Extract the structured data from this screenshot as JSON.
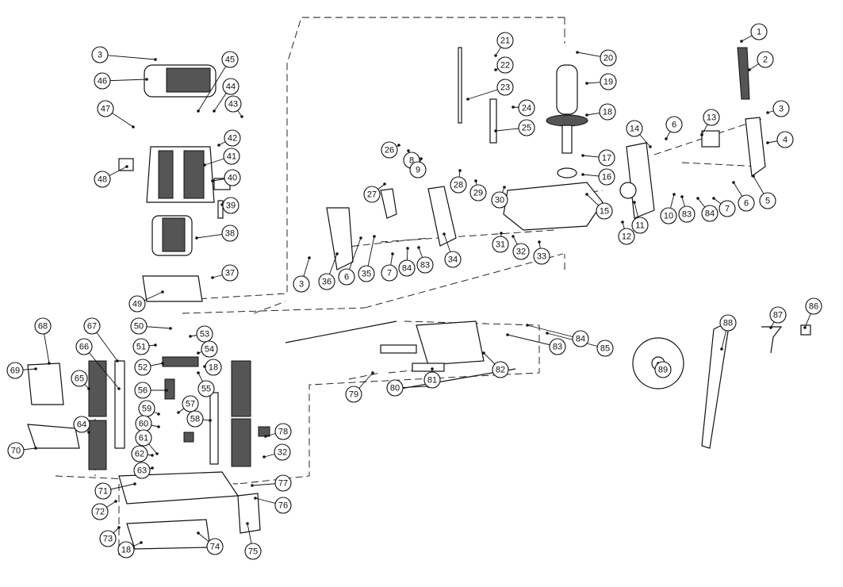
{
  "diagram": {
    "type": "exploded-parts-view",
    "callouts": [
      "1",
      "2",
      "3",
      "4",
      "5",
      "6",
      "7",
      "84",
      "83",
      "10",
      "11",
      "13",
      "14",
      "6",
      "20",
      "19",
      "18",
      "17",
      "16",
      "15",
      "12",
      "21",
      "22",
      "23",
      "24",
      "25",
      "26",
      "8",
      "9",
      "28",
      "27",
      "29",
      "30",
      "31",
      "32",
      "33",
      "34",
      "83",
      "84",
      "7",
      "35",
      "6",
      "36",
      "3",
      "3",
      "45",
      "46",
      "44",
      "47",
      "43",
      "42",
      "41",
      "40",
      "48",
      "39",
      "38",
      "37",
      "49",
      "50",
      "53",
      "54",
      "51",
      "52",
      "18",
      "55",
      "56",
      "57",
      "59",
      "58",
      "60",
      "61",
      "62",
      "63",
      "78",
      "32",
      "68",
      "67",
      "66",
      "69",
      "65",
      "64",
      "70",
      "71",
      "72",
      "77",
      "76",
      "73",
      "18",
      "74",
      "75",
      "89",
      "88",
      "87",
      "86",
      "85",
      "84",
      "83",
      "82",
      "81",
      "79",
      "80"
    ]
  }
}
